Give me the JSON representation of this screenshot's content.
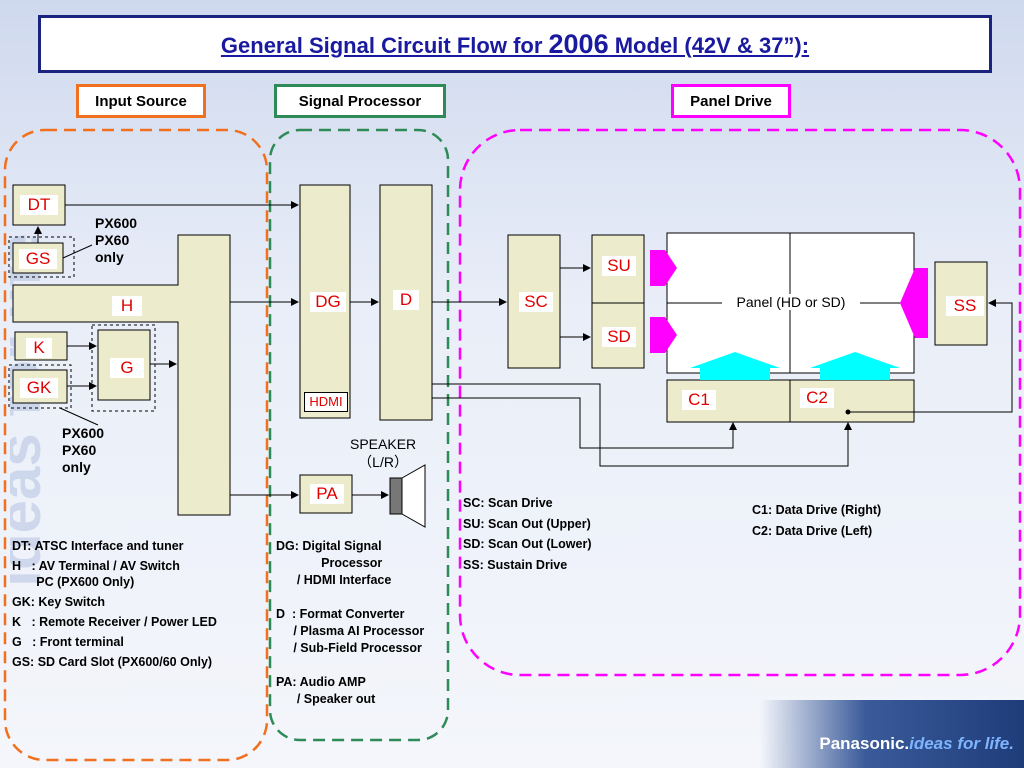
{
  "title": {
    "prefix": "General Signal Circuit Flow for ",
    "year": "2006",
    "suffix": " Model (42V & 37”):"
  },
  "sections": {
    "input": "Input Source",
    "signal": "Signal  Processor",
    "panel": "Panel Drive"
  },
  "blocks": {
    "dt": "DT",
    "gs": "GS",
    "h": "H",
    "k": "K",
    "gk": "GK",
    "g": "G",
    "dg": "DG",
    "hdmi": "HDMI",
    "d": "D",
    "pa": "PA",
    "sc": "SC",
    "su": "SU",
    "sd": "SD",
    "ss": "SS",
    "c1": "C1",
    "c2": "C2",
    "panel": "Panel (HD or SD)"
  },
  "notes": {
    "px_top": [
      "PX600",
      "PX60",
      "only"
    ],
    "px_bottom": [
      "PX600",
      "PX60",
      "only"
    ],
    "speaker": [
      "SPEAKER",
      "（L/R）"
    ]
  },
  "legend_input": [
    "DT: ATSC Interface and tuner",
    "H   : AV Terminal / AV Switch",
    "       PC (PX600 Only)",
    "GK: Key Switch",
    "K   : Remote Receiver / Power LED",
    "G   : Front terminal",
    "GS: SD Card Slot (PX600/60 Only)"
  ],
  "legend_signal": [
    "DG: Digital Signal",
    "             Processor",
    "      / HDMI Interface",
    "",
    "D  : Format Converter",
    "     / Plasma AI Processor",
    "     / Sub-Field Processor",
    "",
    "PA: Audio AMP",
    "      / Speaker out"
  ],
  "legend_scan": [
    "SC: Scan Drive",
    "SU: Scan Out (Upper)",
    "SD: Scan Out (Lower)",
    "SS: Sustain Drive"
  ],
  "legend_data": [
    "C1: Data Drive (Right)",
    "C2: Data Drive (Left)"
  ],
  "brand": {
    "name": "Panasonic.",
    "tagline": " ideas for life."
  },
  "colors": {
    "input": "#f07020",
    "signal": "#2e8b57",
    "panel": "#ff00ff",
    "block": "#ececcc",
    "arrow_cyan": "#00ffff",
    "title": "#1a1aa0"
  }
}
